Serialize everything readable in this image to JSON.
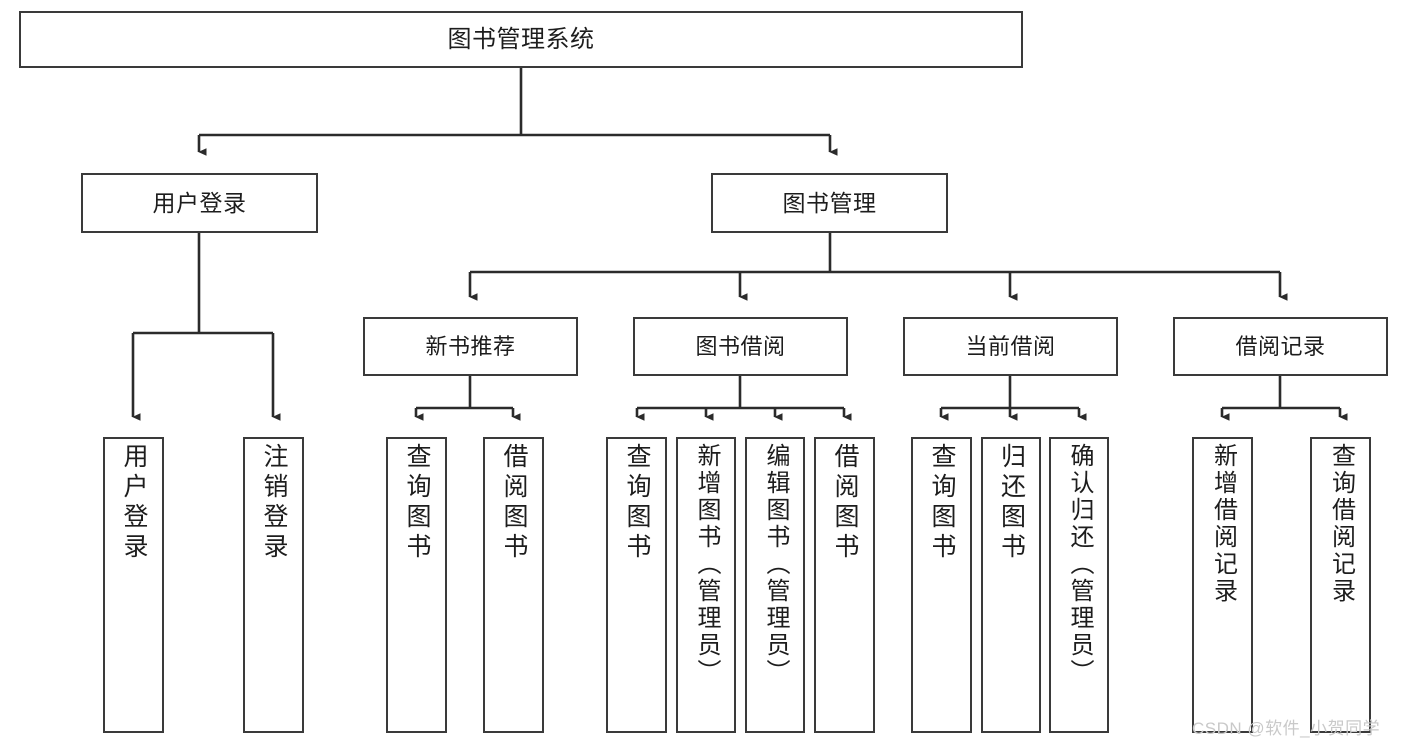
{
  "diagram": {
    "title": "图书管理系统",
    "watermark": "CSDN @软件_小贺同学",
    "colors": {
      "border": "#3a3a3a",
      "text": "#1d1d1d",
      "background": "#ffffff",
      "edge": "#2b2b2b",
      "watermark": "#c9c9c9"
    },
    "levels": {
      "root": {
        "label": "图书管理系统"
      },
      "level2": [
        {
          "id": "user-login",
          "label": "用户登录"
        },
        {
          "id": "book-management",
          "label": "图书管理"
        }
      ],
      "level3": [
        {
          "id": "new-book-recommend",
          "label": "新书推荐"
        },
        {
          "id": "book-borrow",
          "label": "图书借阅"
        },
        {
          "id": "current-borrow",
          "label": "当前借阅"
        },
        {
          "id": "borrow-record",
          "label": "借阅记录"
        }
      ],
      "leaves": {
        "user-login": [
          {
            "id": "leaf-user-login",
            "label": "用户登录"
          },
          {
            "id": "leaf-logout-login",
            "label": "注销登录"
          }
        ],
        "new-book-recommend": [
          {
            "id": "leaf-query-book-1",
            "label": "查询图书"
          },
          {
            "id": "leaf-borrow-book-1",
            "label": "借阅图书"
          }
        ],
        "book-borrow": [
          {
            "id": "leaf-query-book-2",
            "label": "查询图书"
          },
          {
            "id": "leaf-add-book-admin",
            "label": "新增图书（管理员）"
          },
          {
            "id": "leaf-edit-book-admin",
            "label": "编辑图书（管理员）"
          },
          {
            "id": "leaf-borrow-book-2",
            "label": "借阅图书"
          }
        ],
        "current-borrow": [
          {
            "id": "leaf-query-book-3",
            "label": "查询图书"
          },
          {
            "id": "leaf-return-book",
            "label": "归还图书"
          },
          {
            "id": "leaf-confirm-return-admin",
            "label": "确认归还（管理员）"
          }
        ],
        "borrow-record": [
          {
            "id": "leaf-add-borrow-record",
            "label": "新增借阅记录"
          },
          {
            "id": "leaf-query-borrow-record",
            "label": "查询借阅记录"
          }
        ]
      }
    }
  }
}
